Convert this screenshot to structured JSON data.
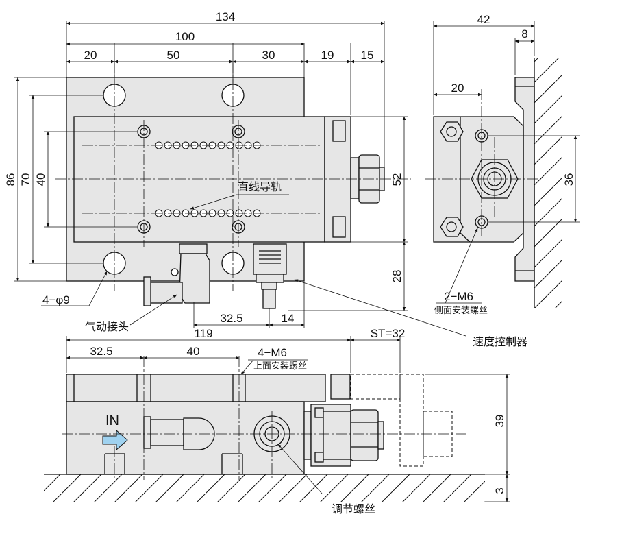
{
  "dimensions": {
    "top_134": "134",
    "top_100": "100",
    "top_20": "20",
    "top_50": "50",
    "top_30": "30",
    "top_19": "19",
    "top_15": "15",
    "left_86": "86",
    "left_70": "70",
    "left_40": "40",
    "right_52": "52",
    "right_28": "28",
    "bottom_32_5": "32.5",
    "bottom_14": "14",
    "side_42": "42",
    "side_8": "8",
    "side_20": "20",
    "side_36": "36",
    "front_119": "119",
    "front_32_5": "32.5",
    "front_40": "40",
    "front_st": "ST=32",
    "front_39": "39",
    "front_3": "3"
  },
  "labels": {
    "linear_guide": "直线导轨",
    "hole_spec": "4−φ9",
    "air_fitting": "气动接头",
    "speed_controller": "速度控制器",
    "side_thread": "2−M6",
    "side_thread_note": "侧面安装螺丝",
    "top_thread": "4−M6",
    "top_thread_note": "上面安装螺丝",
    "inlet": "IN",
    "adjust_screw": "调节螺丝"
  },
  "colors": {
    "body_fill": "#e6e6e6",
    "line": "#111111",
    "arrow_fill": "#9fd2f0"
  }
}
